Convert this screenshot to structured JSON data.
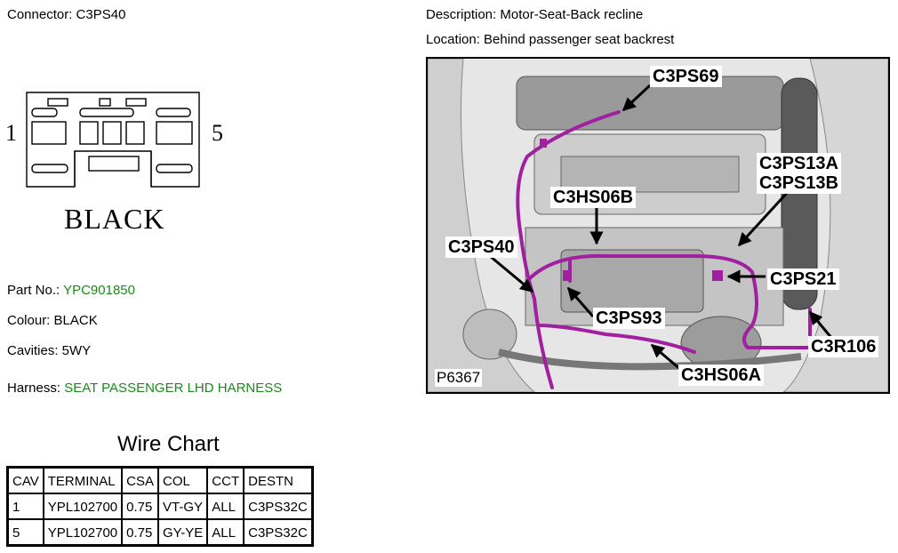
{
  "connector": {
    "label": "Connector: C3PS40",
    "pin_left": "1",
    "pin_right": "5",
    "color_label": "BLACK"
  },
  "description": "Description: Motor-Seat-Back recline",
  "location": "Location: Behind passenger seat backrest",
  "details": {
    "part_no_label": "Part No.:",
    "part_no_value": "YPC901850",
    "colour": "Colour: BLACK",
    "cavities": "Cavities: 5WY",
    "harness_label": "Harness:",
    "harness_value": "SEAT PASSENGER LHD HARNESS"
  },
  "wire_chart": {
    "title": "Wire Chart",
    "headers": [
      "CAV",
      "TERMINAL",
      "CSA",
      "COL",
      "CCT",
      "DESTN"
    ],
    "rows": [
      [
        "1",
        "YPL102700",
        "0.75",
        "VT-GY",
        "ALL",
        "C3PS32C"
      ],
      [
        "5",
        "YPL102700",
        "0.75",
        "GY-YE",
        "ALL",
        "C3PS32C"
      ]
    ]
  },
  "figure": {
    "id": "P6367",
    "callouts": {
      "c3ps69": "C3PS69",
      "c3ps13a": "C3PS13A",
      "c3ps13b": "C3PS13B",
      "c3hs06b": "C3HS06B",
      "c3ps40": "C3PS40",
      "c3ps21": "C3PS21",
      "c3ps93": "C3PS93",
      "c3r106": "C3R106",
      "c3hs06a": "C3HS06A"
    },
    "harness_color": "#a020a0"
  },
  "colors": {
    "accent_green": "#1a8a1a"
  }
}
